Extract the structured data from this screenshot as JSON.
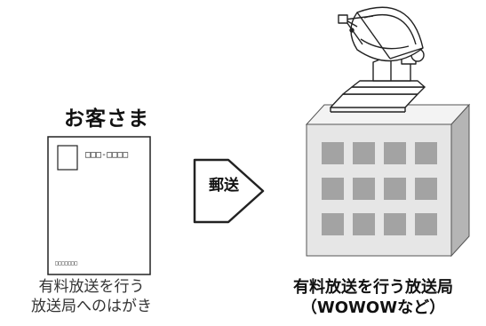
{
  "customer": {
    "title": "お客さま"
  },
  "postcard": {
    "postal_code": "□□□-□□□□",
    "sender_line": "□□□□□□□",
    "caption_line1": "有料放送を行う",
    "caption_line2": "放送局へのはがき"
  },
  "arrow": {
    "label": "郵送"
  },
  "station": {
    "caption_line1": "有料放送を行う放送局",
    "caption_line2": "（WOWOWなど）"
  },
  "colors": {
    "building_front": "#e6e6e6",
    "building_side": "#b5b5b5",
    "building_top": "#f3f3f3",
    "windows": "#a3a3a3"
  }
}
